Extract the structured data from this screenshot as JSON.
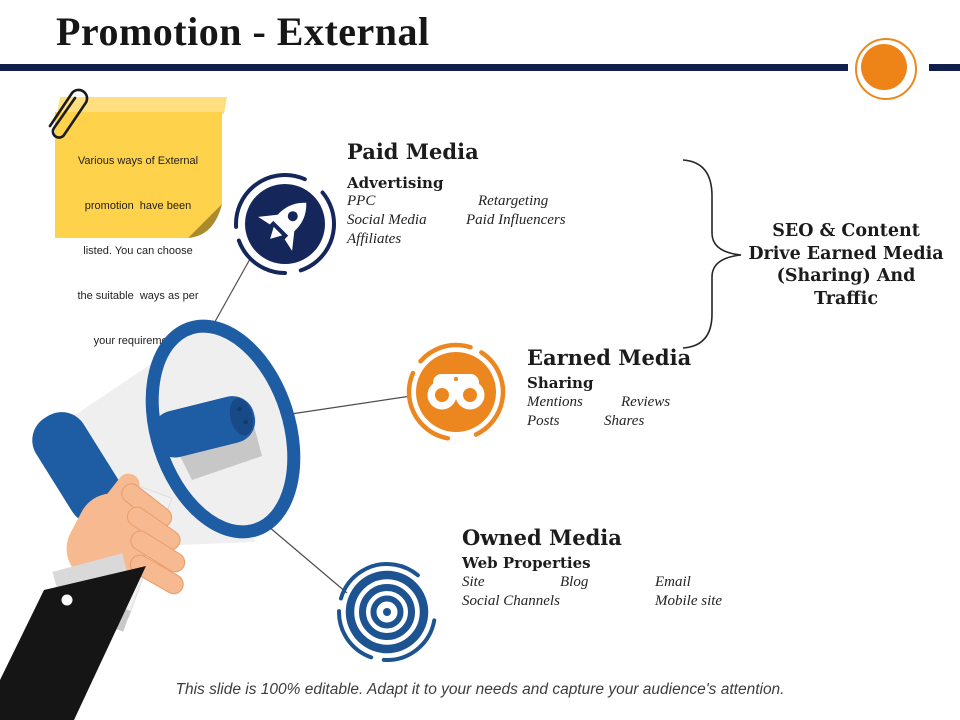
{
  "slide": {
    "title": "Promotion - External",
    "footer": "This slide is 100% editable. Adapt it to your needs and capture your audience's attention."
  },
  "sticky_note": {
    "lines": [
      "Various ways of External",
      "promotion  have been",
      "listed. You can choose",
      "the suitable  ways as per",
      "your requirements"
    ]
  },
  "sections": {
    "paid": {
      "title": "Paid Media",
      "subtitle": "Advertising",
      "icon": "rocket-icon",
      "items": [
        "PPC",
        "Retargeting",
        "Social Media",
        "Paid Influencers",
        "Affiliates"
      ]
    },
    "earned": {
      "title": "Earned Media",
      "subtitle": "Sharing",
      "icon": "binoculars-icon",
      "items": [
        "Mentions",
        "Reviews",
        "Posts",
        "Shares"
      ]
    },
    "owned": {
      "title": "Owned Media",
      "subtitle": "Web Properties",
      "icon": "target-icon",
      "items": [
        "Site",
        "Blog",
        "Email",
        "Social Channels",
        "Mobile site"
      ]
    }
  },
  "callout": {
    "lines": [
      "SEO & Content",
      "Drive Earned Media",
      "(Sharing) And",
      "Traffic"
    ]
  },
  "colors": {
    "navy_divider": "#10204b",
    "navy_icon": "#15265b",
    "blue_megaphone": "#1e5ca4",
    "blue_target": "#1d5391",
    "orange": "#ec861e",
    "orange_accent": "#ee8318",
    "note_yellow": "#ffd24b",
    "note_yellow_top": "#ffdf80",
    "note_fold": "#a98b2d",
    "skin": "#f7ba90",
    "sleeve_black": "#151515"
  }
}
